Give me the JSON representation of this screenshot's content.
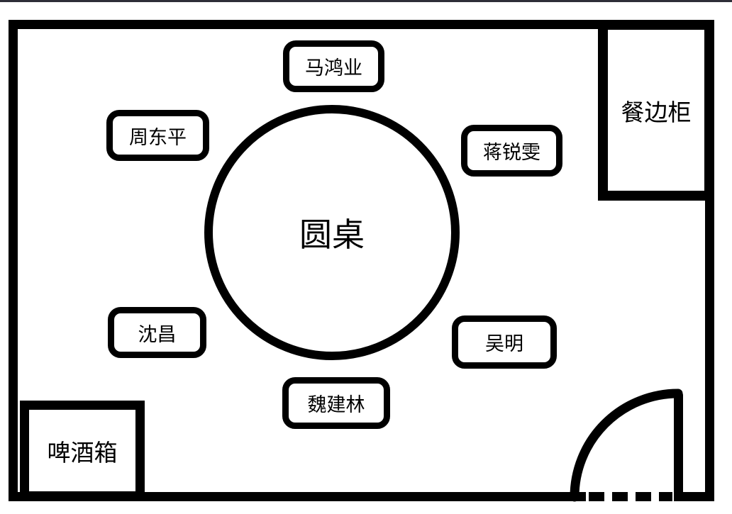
{
  "colors": {
    "wall": "#000000",
    "background": "#ffffff",
    "top_border": "#2e2e38"
  },
  "table": {
    "label": "圆桌"
  },
  "seats": [
    {
      "id": "ma-hongye",
      "label": "马鸿业"
    },
    {
      "id": "zhou-dongping",
      "label": "周东平"
    },
    {
      "id": "jiang-ruiwen",
      "label": "蒋锐雯"
    },
    {
      "id": "shen-chang",
      "label": "沈昌"
    },
    {
      "id": "wu-ming",
      "label": "吴明"
    },
    {
      "id": "wei-jianlin",
      "label": "魏建林"
    }
  ],
  "furniture": [
    {
      "id": "sideboard",
      "label": "餐边柜"
    },
    {
      "id": "beer-box",
      "label": "啤酒箱"
    }
  ]
}
